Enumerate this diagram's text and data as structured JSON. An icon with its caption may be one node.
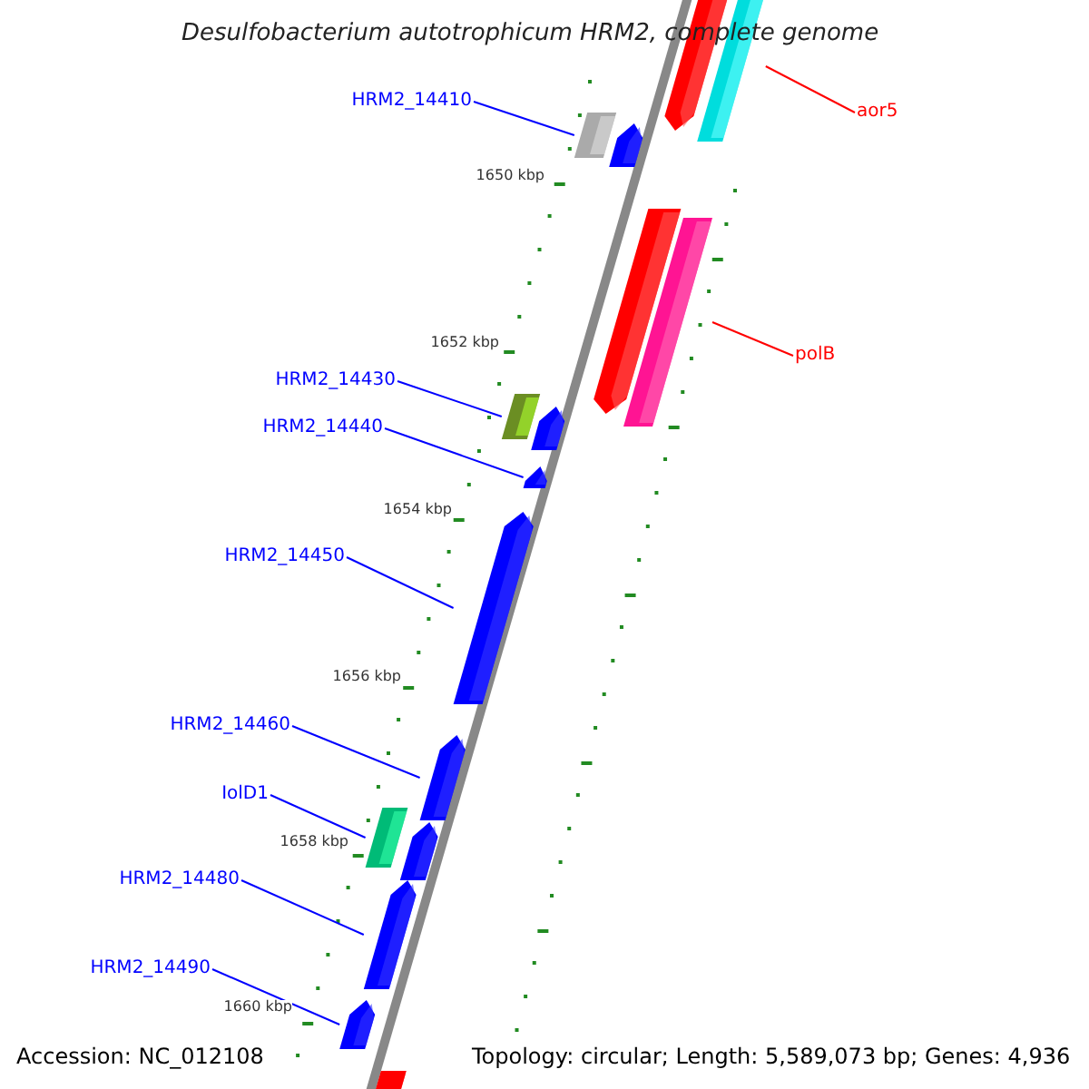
{
  "diagram": {
    "title": "Desulfobacterium autotrophicum HRM2, complete genome",
    "nodes": [
      {
        "text": [
          "HRM2_14410"
        ]
      },
      {
        "text": [],
        "shape": "bar"
      },
      {
        "text": [
          "aor5"
        ]
      },
      {
        "text": [],
        "shape": "bar"
      },
      {
        "text": [
          "polB"
        ]
      },
      {
        "text": [],
        "shape": "bar"
      },
      {
        "text": [
          "HRM2_14430"
        ]
      },
      {
        "text": [],
        "shape": "bar"
      },
      {
        "text": [
          "HRM2_14440"
        ]
      },
      {
        "text": [],
        "shape": "arrow"
      },
      {
        "text": [
          "HRM2_14450"
        ]
      },
      {
        "text": [],
        "shape": "arrow"
      },
      {
        "text": [
          "HRM2_14460"
        ]
      },
      {
        "text": [],
        "shape": "arrow"
      },
      {
        "text": [
          "IolD1"
        ]
      },
      {
        "text": [],
        "shape": "bar"
      },
      {
        "text": [
          "HRM2_14480"
        ]
      },
      {
        "text": [],
        "shape": "arrow"
      },
      {
        "text": [
          "HRM2_14490"
        ]
      },
      {
        "text": [],
        "shape": "arrow"
      },
      {
        "text": [],
        "shape": "arrow"
      },
      {
        "text": [],
        "shape": "arrow"
      },
      {
        "text": [],
        "shape": "arrow"
      },
      {
        "text": [],
        "shape": "arrow"
      },
      {
        "text": [],
        "shape": "arrow"
      },
      {
        "text": [],
        "shape": "bar"
      }
    ],
    "edges": [
      {
        "from": 0,
        "to": 1,
        "arrow": "none"
      },
      {
        "from": 2,
        "to": 3,
        "arrow": "none",
        "color": "#ff0000"
      },
      {
        "from": 4,
        "to": 5,
        "arrow": "none",
        "color": "#ff0000"
      },
      {
        "from": 6,
        "to": 7,
        "arrow": "none"
      },
      {
        "from": 8,
        "to": 9,
        "arrow": "none"
      },
      {
        "from": 10,
        "to": 11,
        "arrow": "none"
      },
      {
        "from": 12,
        "to": 13,
        "arrow": "none"
      },
      {
        "from": 14,
        "to": 15,
        "arrow": "none"
      },
      {
        "from": 16,
        "to": 17,
        "arrow": "none"
      },
      {
        "from": 18,
        "to": 19,
        "arrow": "none"
      }
    ],
    "labels": [
      "1650 kbp",
      "1652 kbp",
      "1654 kbp",
      "1656 kbp",
      "1658 kbp",
      "1660 kbp",
      "Accession: NC_012108",
      "Topology: circular; Length: 5,589,073 bp; Genes: 4,936"
    ]
  }
}
